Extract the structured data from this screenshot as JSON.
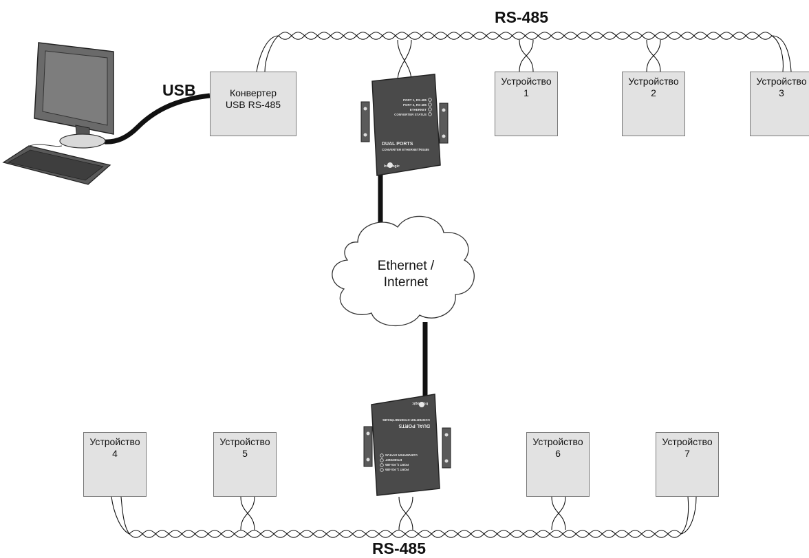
{
  "labels": {
    "usb": "USB",
    "rs485_top": "RS-485",
    "rs485_bottom": "RS-485"
  },
  "cloud": {
    "line1": "Ethernet /",
    "line2": "Internet"
  },
  "converter_usb": {
    "line1": "Конвертер",
    "line2": "USB RS-485"
  },
  "devices": [
    {
      "name": "Устройство",
      "num": "1"
    },
    {
      "name": "Устройство",
      "num": "2"
    },
    {
      "name": "Устройство",
      "num": "3"
    },
    {
      "name": "Устройство",
      "num": "4"
    },
    {
      "name": "Устройство",
      "num": "5"
    },
    {
      "name": "Устройство",
      "num": "6"
    },
    {
      "name": "Устройство",
      "num": "7"
    }
  ],
  "gateway": {
    "leds": [
      "PORT 1, RS-485",
      "PORT 2, RS-485",
      "ETHERNET",
      "CONVERTER STATUS"
    ],
    "title": "DUAL PORTS",
    "subtitle": "CONVERTER ETHERNET/RS485",
    "brand": "IronLogic"
  },
  "colors": {
    "box_fill": "#e2e2e2",
    "device_body": "#4a4a4a",
    "cable": "#111111"
  }
}
